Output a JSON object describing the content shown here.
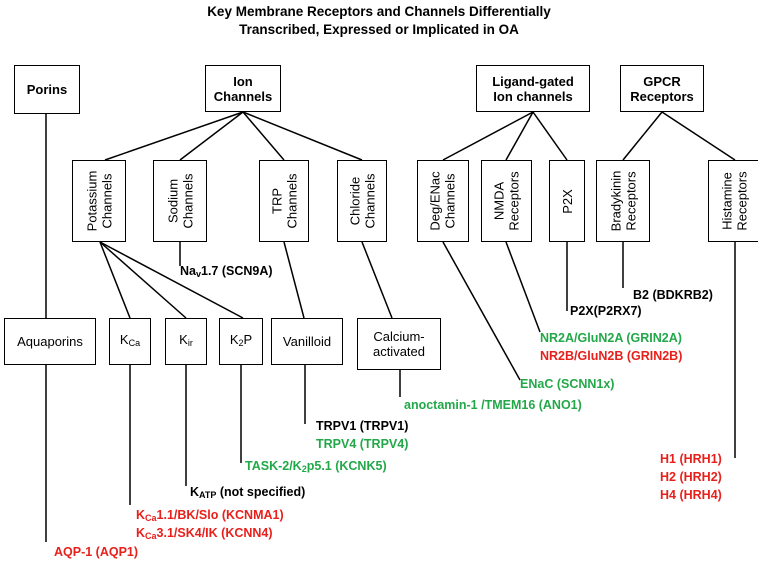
{
  "title": {
    "line1": "Key Membrane Receptors and Channels Differentially",
    "line2": "Transcribed, Expressed or Implicated in OA"
  },
  "top_boxes": {
    "porins": "Porins",
    "ion_channels": [
      "Ion",
      "Channels"
    ],
    "ligand_gated": [
      "Ligand-gated",
      "Ion channels"
    ],
    "gpcr": [
      "GPCR",
      "Receptors"
    ]
  },
  "mid_boxes": {
    "potassium": [
      "Potassium",
      "Channels"
    ],
    "sodium": [
      "Sodium",
      "Channels"
    ],
    "trp": [
      "TRP",
      "Channels"
    ],
    "chloride": [
      "Chloride",
      "Channels"
    ],
    "deg_enac": [
      "Deg/ENac",
      "Channels"
    ],
    "nmda": [
      "NMDA",
      "Receptors"
    ],
    "p2x": "P2X",
    "bradykinin": [
      "Bradykinin",
      "Receptors"
    ],
    "histamine": [
      "Histamine",
      "Receptors"
    ]
  },
  "bottom_boxes": {
    "aquaporins": "Aquaporins",
    "kca": {
      "main": "K",
      "sub": "Ca"
    },
    "kir": {
      "main": "K",
      "sub": "ir"
    },
    "k2p": {
      "main": "K",
      "sub": "2",
      "rest": "P"
    },
    "vanilloid": "Vanilloid",
    "calcium_activated": [
      "Calcium-",
      "activated"
    ]
  },
  "labels": {
    "nav17": {
      "pre": "Na",
      "sub": "v",
      "post": "1.7 (SCN9A)"
    },
    "p2x7": "P2X(P2RX7)",
    "b2": "B2 (BDKRB2)",
    "nr2a": "NR2A/GluN2A (GRIN2A)",
    "nr2b": "NR2B/GluN2B (GRIN2B)",
    "enac": "ENaC  (SCNN1x)",
    "ano1": "anoctamin-1 /TMEM16 (ANO1)",
    "trpv1": "TRPV1 (TRPV1)",
    "trpv4": "TRPV4 (TRPV4)",
    "task2": {
      "pre": "TASK-2/K",
      "sub": "2",
      "post": "p5.1 (KCNK5)"
    },
    "katp": {
      "pre": "K",
      "sub": "ATP",
      "post": " (not specified)"
    },
    "kca11": {
      "pre": "K",
      "sub": "Ca",
      "post": "1.1/BK/Slo (KCNMA1)"
    },
    "kca31": {
      "pre": "K",
      "sub": "Ca",
      "post": "3.1/SK4/IK (KCNN4)"
    },
    "h1": "H1 (HRH1)",
    "h2": "H2 (HRH2)",
    "h4": "H4 (HRH4)",
    "aqp1": "AQP-1 (AQP1)"
  },
  "colors": {
    "up_regulated": "#e8201b",
    "down_regulated": "#22a849",
    "unspecified": "#000000"
  }
}
